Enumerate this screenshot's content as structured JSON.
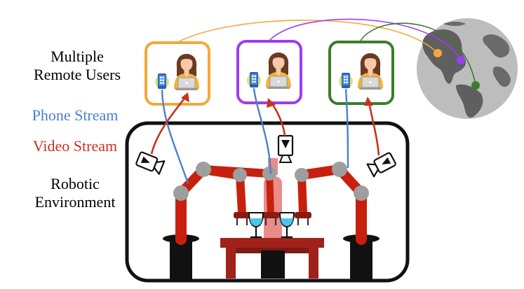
{
  "labels": {
    "users_line1": "Multiple",
    "users_line2": "Remote Users",
    "phone_stream": "Phone Stream",
    "video_stream": "Video Stream",
    "env_line1": "Robotic",
    "env_line2": "Environment"
  },
  "colors": {
    "phone_stream": "#4a7fd0",
    "video_stream": "#c8321f",
    "user1_frame": "#f5a83a",
    "user2_frame": "#9b3df0",
    "user3_frame": "#3a7d2a",
    "robot_red": "#c8200f",
    "robot_joint": "#9e9e9e",
    "table": "#a0221a",
    "globe": "#b5b5b5"
  },
  "remote_users": [
    {
      "id": "user-orange",
      "frame_color": "#f5a83a",
      "phone_icon": "phone-icon",
      "avatar_icon": "woman-with-laptop-icon"
    },
    {
      "id": "user-purple",
      "frame_color": "#9b3df0",
      "phone_icon": "phone-icon",
      "avatar_icon": "woman-with-laptop-icon"
    },
    {
      "id": "user-green",
      "frame_color": "#3a7d2a",
      "phone_icon": "phone-icon",
      "avatar_icon": "woman-with-laptop-icon"
    }
  ],
  "environment": {
    "robot_arms": 2,
    "cameras": 3,
    "wine_glasses": 2,
    "bottle": 1,
    "table": 1
  }
}
